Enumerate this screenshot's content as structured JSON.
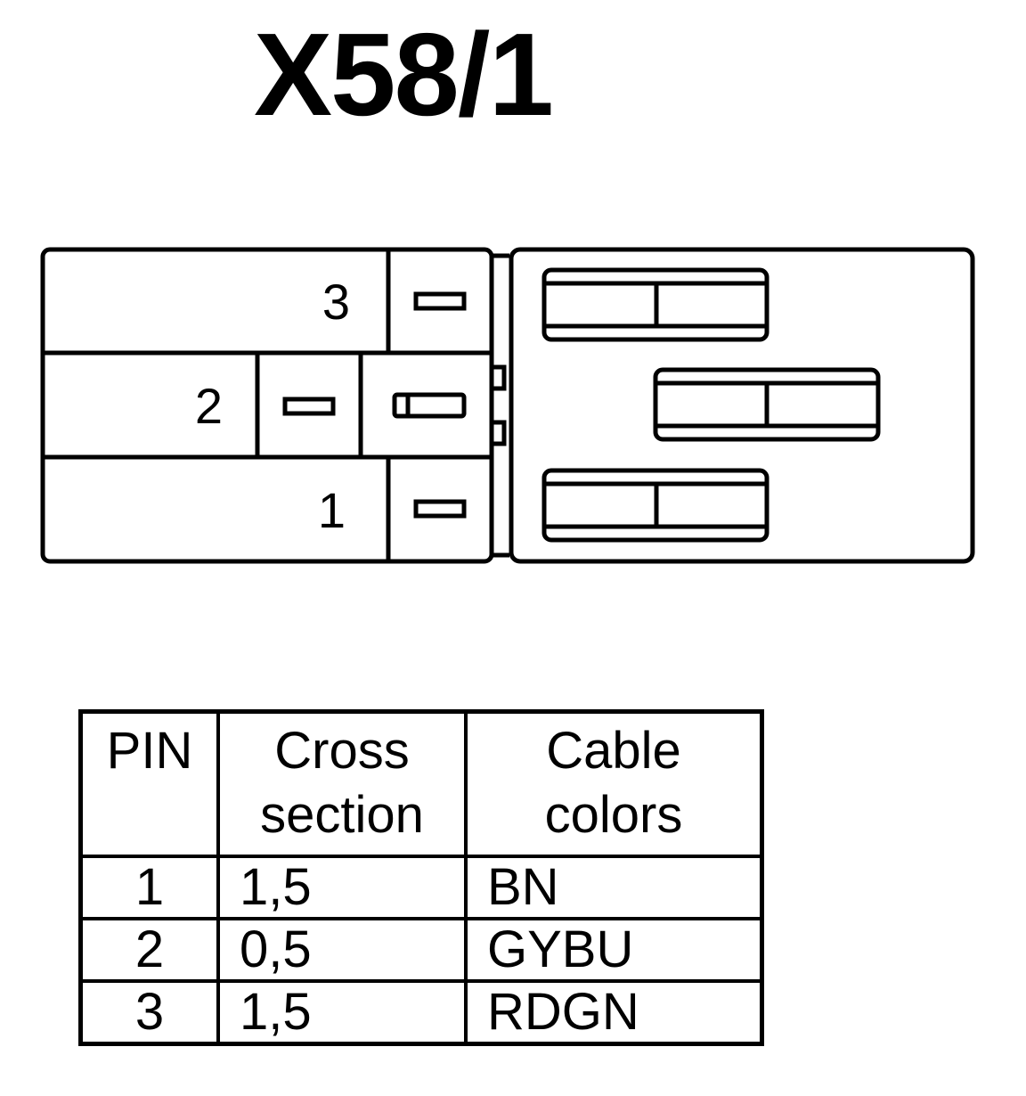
{
  "title": "X58/1",
  "connector": {
    "pin_labels": [
      "3",
      "2",
      "1"
    ]
  },
  "table": {
    "headers": {
      "pin": "PIN",
      "cross_line1": "Cross",
      "cross_line2": "section",
      "color_line1": "Cable",
      "color_line2": "colors"
    },
    "rows": [
      {
        "pin": "1",
        "cross": "1,5",
        "color": "BN"
      },
      {
        "pin": "2",
        "cross": "0,5",
        "color": "GYBU"
      },
      {
        "pin": "3",
        "cross": "1,5",
        "color": "RDGN"
      }
    ]
  }
}
